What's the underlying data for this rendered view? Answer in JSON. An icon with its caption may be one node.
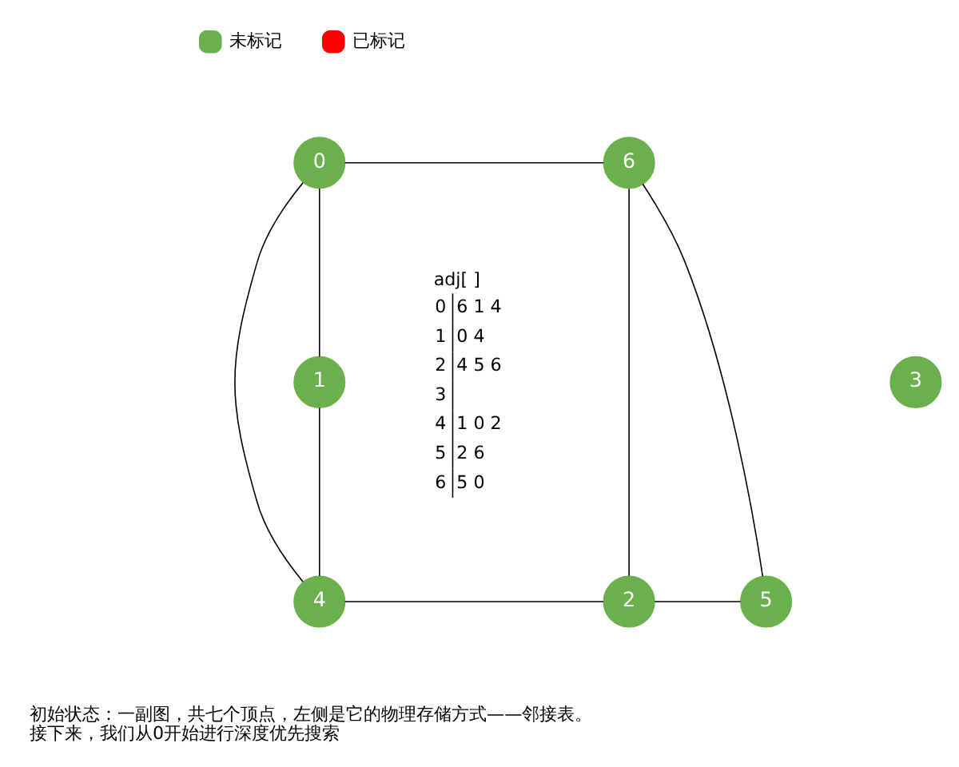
{
  "diagram": {
    "nodes": [
      {
        "text": [
          "0"
        ]
      },
      {
        "text": [
          "1"
        ]
      },
      {
        "text": [
          "2"
        ]
      },
      {
        "text": [
          "3"
        ]
      },
      {
        "text": [
          "4"
        ]
      },
      {
        "text": [
          "5"
        ]
      },
      {
        "text": [
          "6"
        ]
      }
    ],
    "edges": [
      {
        "from": 0,
        "to": 6,
        "arrow": "none"
      },
      {
        "from": 0,
        "to": 1,
        "arrow": "none"
      },
      {
        "from": 0,
        "to": 4,
        "arrow": "none"
      },
      {
        "from": 1,
        "to": 4,
        "arrow": "none"
      },
      {
        "from": 4,
        "to": 2,
        "arrow": "none"
      },
      {
        "from": 2,
        "to": 6,
        "arrow": "none"
      },
      {
        "from": 2,
        "to": 5,
        "arrow": "none"
      },
      {
        "from": 6,
        "to": 5,
        "arrow": "none"
      }
    ],
    "labels": [
      "adj[ ]",
      "0",
      "6 1 4",
      "1",
      "0 4",
      "2",
      "4 5 6",
      "3",
      "4",
      "1 0 2",
      "5",
      "2 6",
      "6",
      "5 0",
      "初始状态：一副图，共七个顶点，左侧是它的物理存储方式——邻接表。",
      "接下来，我们从0开始进行深度优先搜索"
    ],
    "legend": [
      {
        "text": "未标记",
        "color": "#6ab04c"
      },
      {
        "text": "已标记",
        "color": "#ff0000"
      }
    ]
  }
}
